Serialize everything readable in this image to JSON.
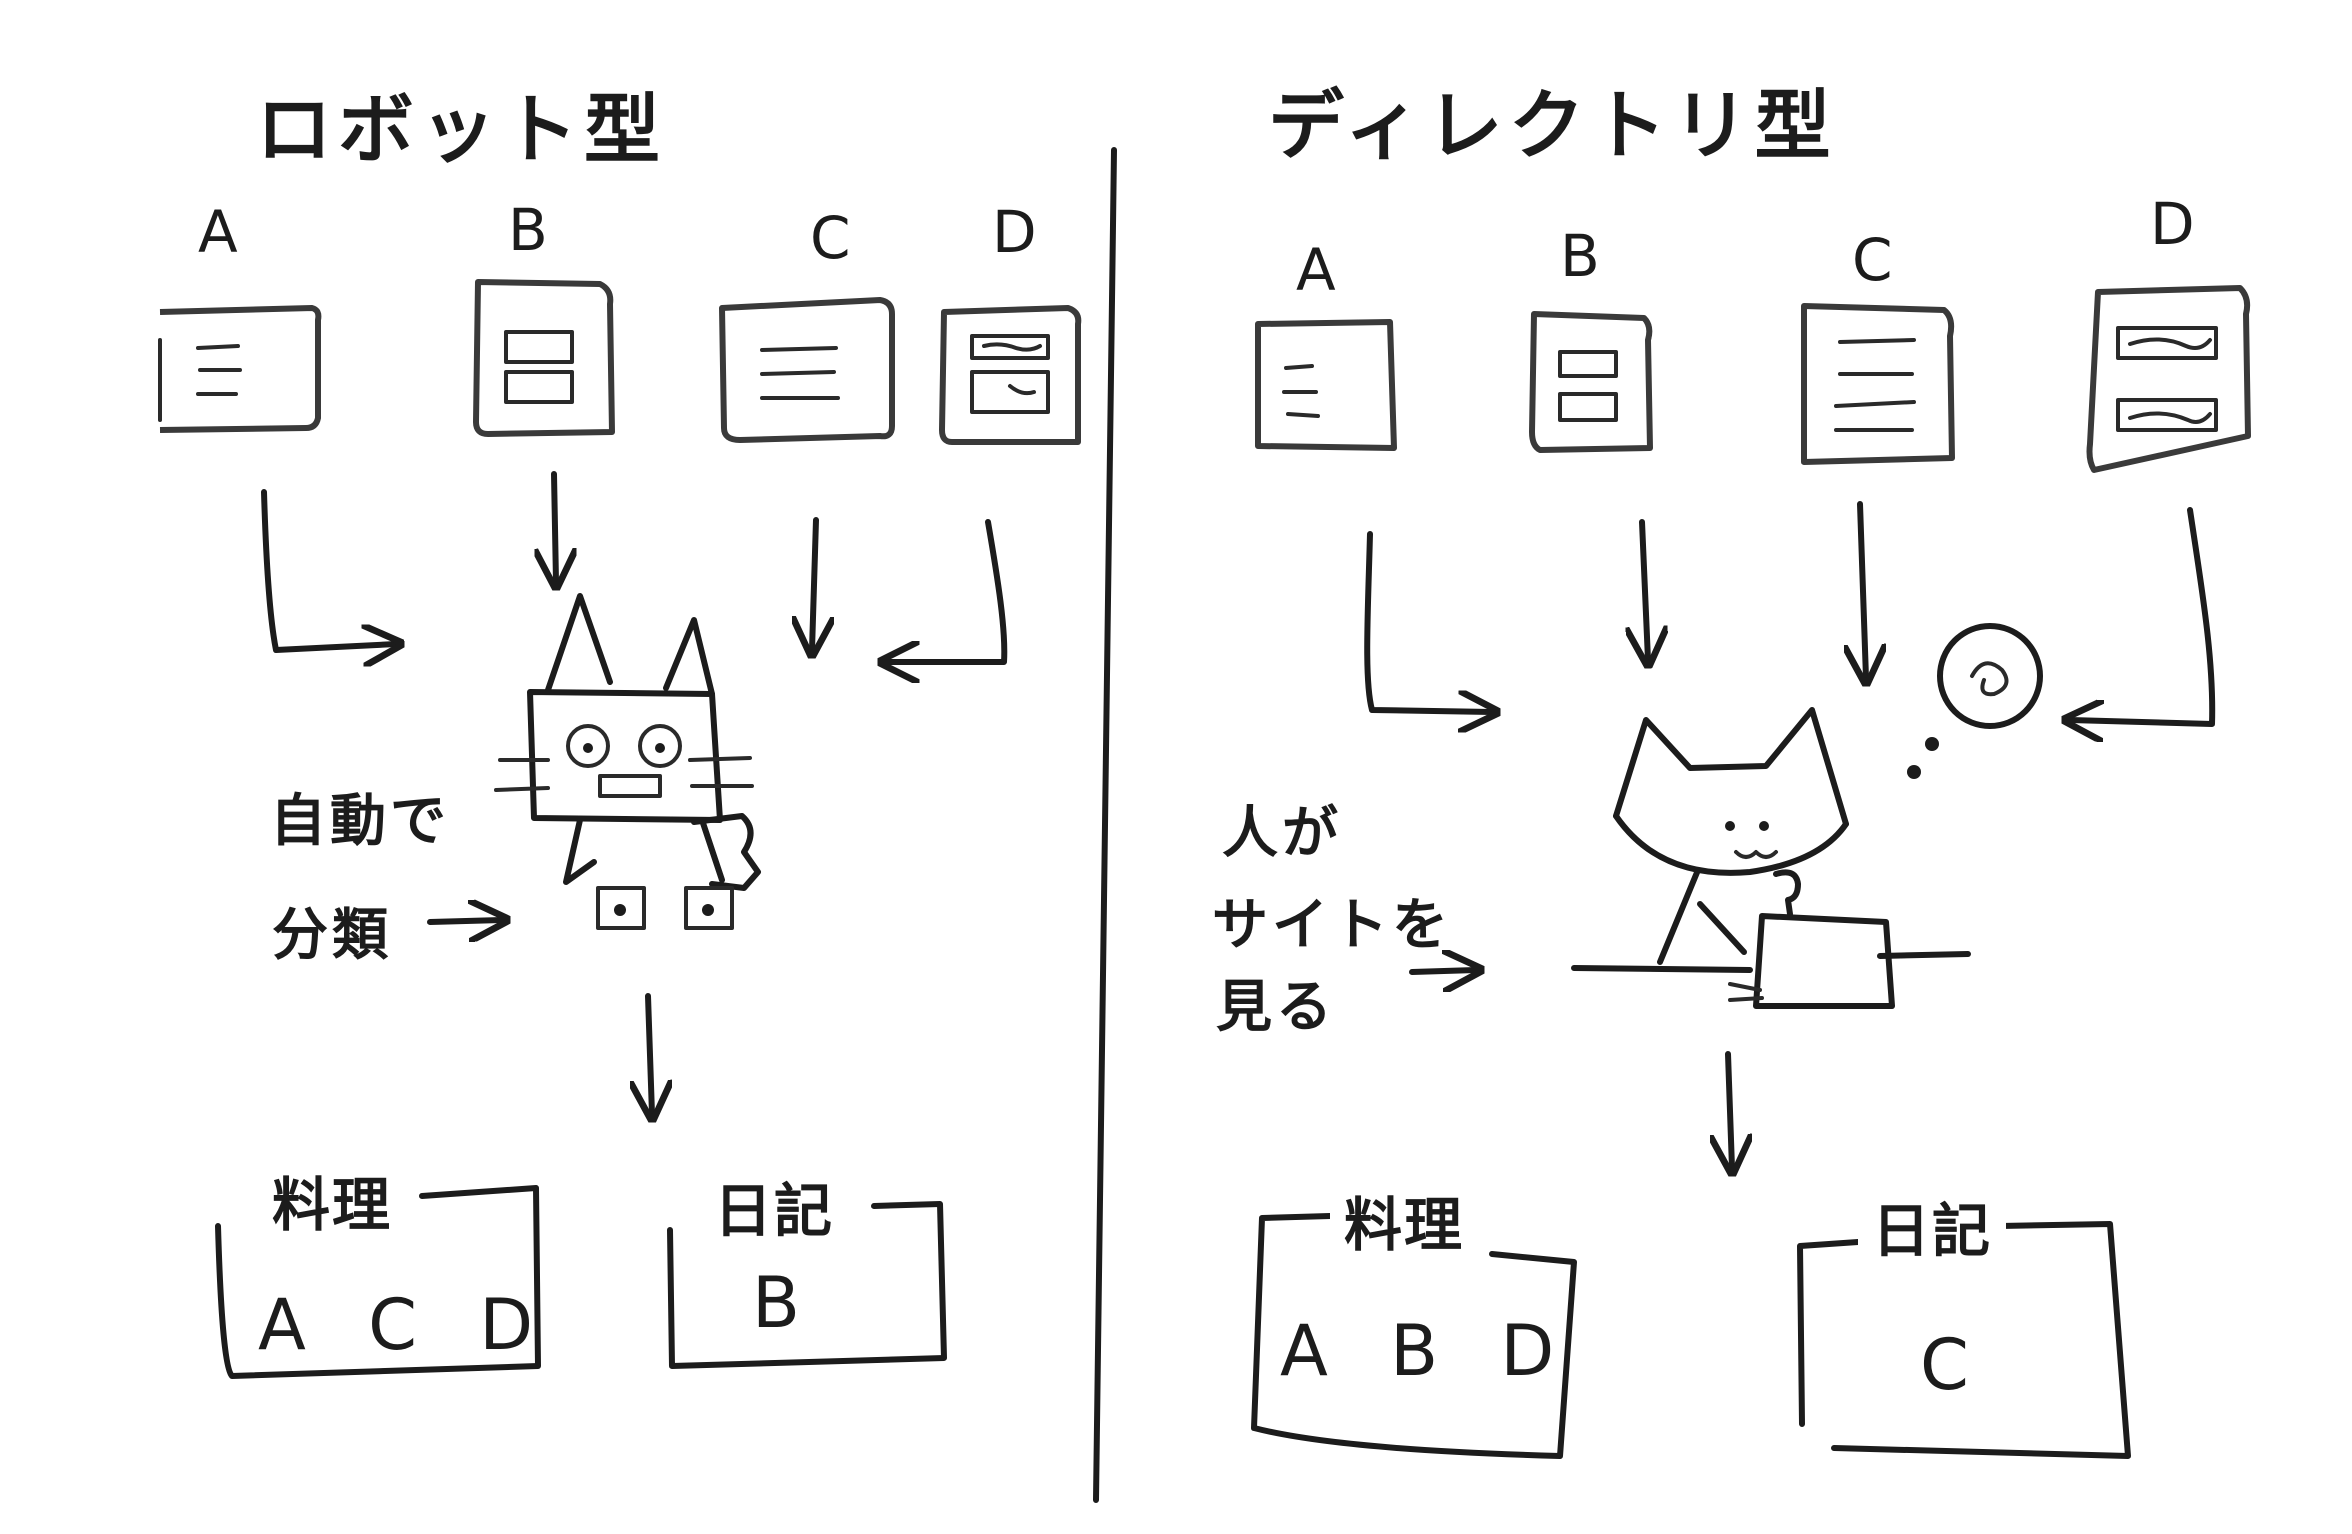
{
  "left_panel": {
    "title": "ロボット型",
    "site_labels": [
      "A",
      "B",
      "C",
      "D"
    ],
    "robot_note_line1": "自動で",
    "robot_note_line2": "分類",
    "categories": [
      {
        "label": "料理",
        "members": "A C D"
      },
      {
        "label": "日記",
        "members": "B"
      }
    ]
  },
  "right_panel": {
    "title": "ディレクトリ型",
    "site_labels": [
      "A",
      "B",
      "C",
      "D"
    ],
    "human_note_line1": "人が",
    "human_note_line2": "サイトを",
    "human_note_line3": "見る",
    "categories": [
      {
        "label": "料理",
        "members": "A B D"
      },
      {
        "label": "日記",
        "members": "C"
      }
    ]
  },
  "colors": {
    "ink": "#1c1c1c",
    "paper": "#ffffff"
  }
}
